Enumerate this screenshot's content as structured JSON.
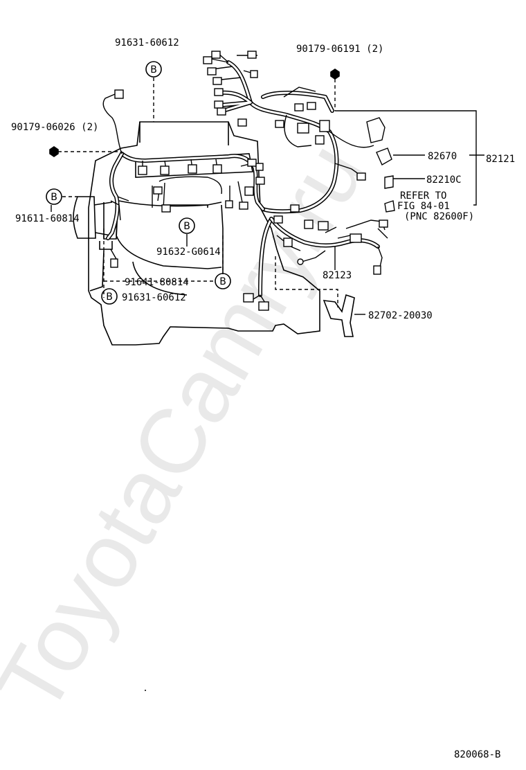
{
  "watermark": "ToyotaCamry.ru",
  "figure_code": "820068-B",
  "badge_letter": "B",
  "callouts": {
    "top_b": "91631-60612",
    "nut_left": "90179-06026 (2)",
    "nut_top": "90179-06191 (2)",
    "left_b": "91611-60814",
    "mid_b": "91632-G0614",
    "low_b1": "91641-80814",
    "low_b2": "91631-60612",
    "p82670": "82670",
    "p82121": "82121",
    "p82210c": "82210C",
    "refer1": "REFER TO",
    "refer2": "FIG 84-01",
    "refer3": "(PNC 82600F)",
    "p82123": "82123",
    "bracket": "82702-20030"
  }
}
